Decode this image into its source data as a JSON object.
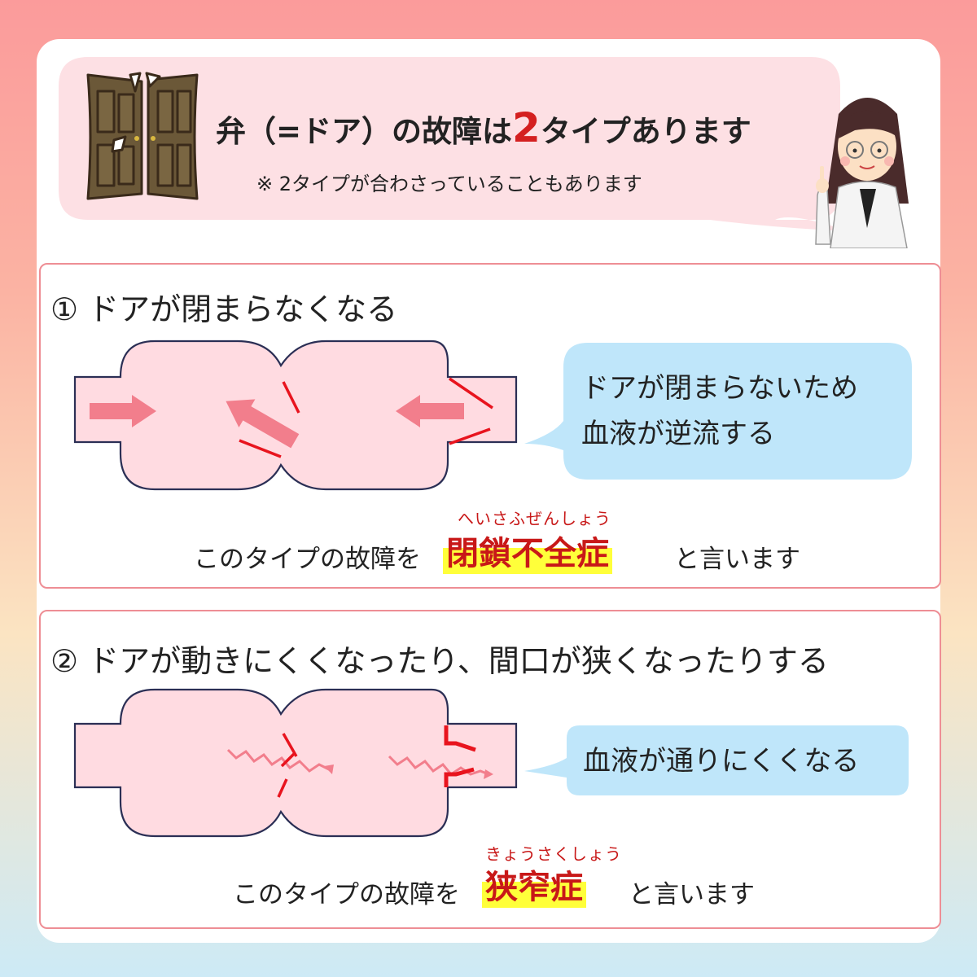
{
  "header": {
    "title_prefix": "弁（=ドア）の故障は",
    "title_number": "2",
    "title_suffix": "タイプあります",
    "note": "※ 2タイプが合わさっていることもあります"
  },
  "type1": {
    "heading": "① ドアが閉まらなくなる",
    "bubble_line1": "ドアが閉まらないため",
    "bubble_line2": "血液が逆流する",
    "sentence_prefix": "このタイプの故障を",
    "term": "閉鎖不全症",
    "term_reading": "へいさふぜんしょう",
    "sentence_suffix": "と言います"
  },
  "type2": {
    "heading": "② ドアが動きにくくなったり、間口が狭くなったりする",
    "bubble_text": "血液が通りにくくなる",
    "sentence_prefix": "このタイプの故障を",
    "term": "狭窄症",
    "term_reading": "きょうさくしょう",
    "sentence_suffix": "と言います"
  },
  "colors": {
    "chamber_fill": "#ffdbe1",
    "outline": "#2b2f55",
    "arrow": "#f27e8c",
    "valve_red": "#e8141e",
    "bubble_blue": "#bfe6fa",
    "speech_pink": "#fde0e4",
    "highlight": "#ffff3a"
  },
  "icons": [
    "broken-door-icon",
    "doctor-illustration"
  ]
}
